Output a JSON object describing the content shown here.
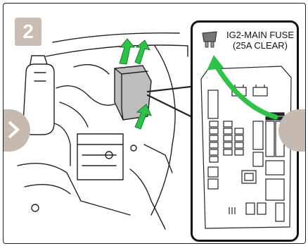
{
  "step": {
    "number": "2"
  },
  "callout": {
    "fuse_name": "IG2-MAIN FUSE",
    "fuse_spec": "(25A CLEAR)"
  },
  "colors": {
    "arrow_green": "#2ec24a",
    "badge_bg": "#c8bcb3",
    "nav_bg": "#c6b9b0",
    "line": "#111111"
  },
  "icons": {
    "prev": "chevron-left-icon",
    "next": "chevron-right-icon",
    "fuse": "fuse-icon",
    "arrow": "green-arrow-icon"
  }
}
